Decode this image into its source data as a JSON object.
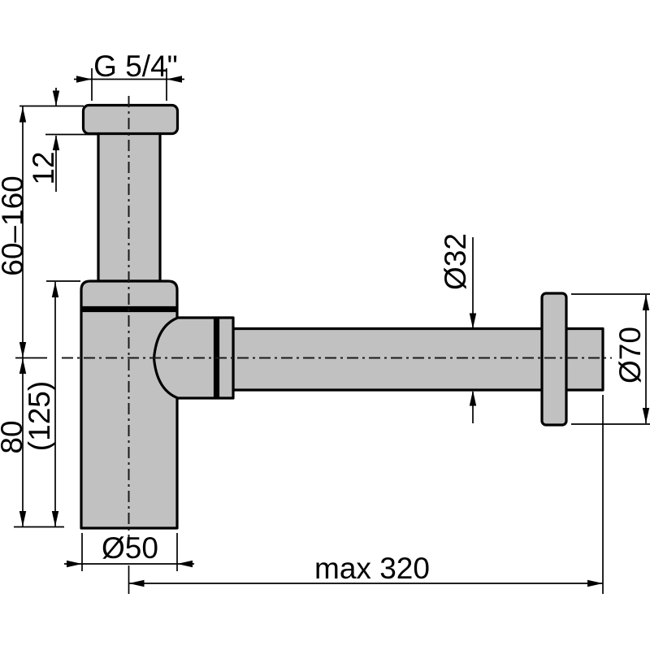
{
  "drawing": {
    "type": "technical-dimension-drawing",
    "subject": "design bottle trap / siphon side view",
    "labels": {
      "thread": "G 5/4\"",
      "flange_height": "12",
      "height_range": "60–160",
      "center_to_bottom": "80",
      "body_height": "(125)",
      "cup_diameter": "Ø50",
      "max_length": "max 320",
      "pipe_diameter": "Ø32",
      "rosette_diameter": "Ø70"
    },
    "colors": {
      "metal": "#c1c1c1",
      "line": "#000000",
      "background": "#ffffff"
    }
  }
}
